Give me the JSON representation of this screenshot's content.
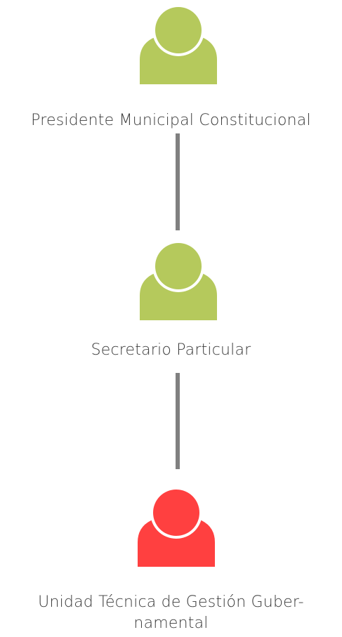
{
  "colors": {
    "default_node": "#b5c95c",
    "highlight_node": "#ff4040",
    "connector": "#808080"
  },
  "nodes": [
    {
      "label": "Presidente Municipal Constitucional",
      "icon": "person-icon",
      "highlighted": false
    },
    {
      "label": "Secretario Particular",
      "icon": "person-icon",
      "highlighted": false
    },
    {
      "label_line1": "Unidad Técnica de Gestión Guber-",
      "label_line2": "namental",
      "icon": "person-icon",
      "highlighted": true
    }
  ]
}
